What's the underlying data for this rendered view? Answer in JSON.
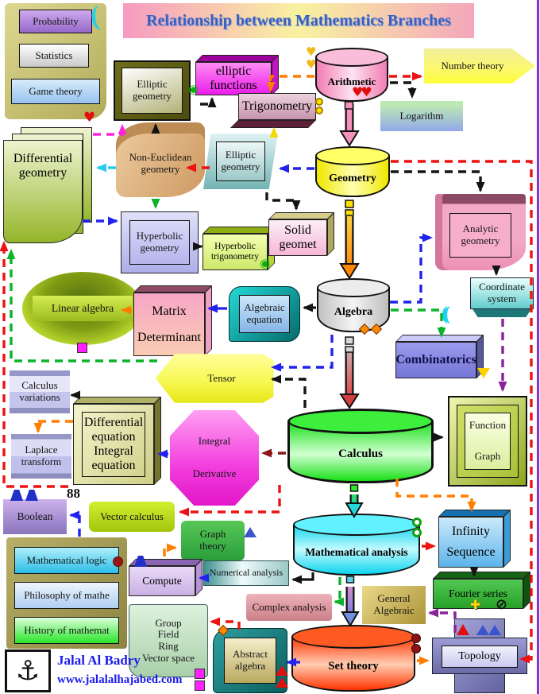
{
  "title": "Relationship between Mathematics Branches",
  "footer": {
    "author": "Jalal Al Badry",
    "website": "www.jalalalhajabed.com"
  },
  "colors": {
    "title_text": "#3a5fc0",
    "banner_pink": "#f79ac2",
    "banner_yellow": "#f8f2a0",
    "footer_text": "#1a1af0",
    "right_border": "#8833cc"
  },
  "nodes": {
    "probability": {
      "label": "Probability"
    },
    "statistics": {
      "label": "Statistics"
    },
    "game_theory": {
      "label": "Game theory"
    },
    "elliptic_geometry_1": {
      "label": "Elliptic geometry"
    },
    "elliptic_functions": {
      "label": "elliptic functions"
    },
    "trigonometry": {
      "label": "Trigonometry"
    },
    "arithmetic": {
      "label": "Arithmetic"
    },
    "number_theory": {
      "label": "Number theory"
    },
    "logarithm": {
      "label": "Logarithm"
    },
    "non_euclidean_geometry": {
      "label": "Non-Euclidean geometry"
    },
    "elliptic_geometry_2": {
      "label": "Elliptic geometry"
    },
    "differential_geometry": {
      "label": "Differential geometry"
    },
    "geometry": {
      "label": "Geometry"
    },
    "hyperbolic_geometry": {
      "label": "Hyperbolic geometry"
    },
    "hyperbolic_trigonometry": {
      "label": "Hyperbolic trigonometry"
    },
    "solid_geometry": {
      "label": "Solid geomet"
    },
    "analytic_geometry": {
      "label": "Analytic geometry"
    },
    "coordinate_system": {
      "label": "Coordinate system"
    },
    "linear_algebra": {
      "label": "Linear algebra"
    },
    "matrix_determinant": {
      "lines": [
        "Matrix",
        "Determinant"
      ]
    },
    "algebraic_equation": {
      "label": "Algebraic equation"
    },
    "algebra": {
      "label": "Algebra"
    },
    "combinatorics": {
      "label": "Combinatorics"
    },
    "tensor": {
      "label": "Tensor"
    },
    "calculus_variations": {
      "label": "Calculus variations"
    },
    "differential_integral_equation": {
      "lines": [
        "Differential",
        "equation",
        "Integral",
        "equation"
      ]
    },
    "laplace_transform": {
      "label": "Laplace transform"
    },
    "integral_derivative": {
      "lines": [
        "Integral",
        "Derivative"
      ]
    },
    "calculus": {
      "label": "Calculus"
    },
    "function_graph": {
      "lines": [
        "Function",
        "Graph"
      ]
    },
    "boolean": {
      "label": "Boolean"
    },
    "vector_calculus": {
      "label": "Vector calculus"
    },
    "mathematical_logic": {
      "label": "Mathematical logic"
    },
    "philosophy_of_math": {
      "label": "Philosophy of mathe"
    },
    "history_of_math": {
      "label": "History of mathemat"
    },
    "graph_theory": {
      "label": "Graph theory"
    },
    "compute": {
      "label": "Compute"
    },
    "numerical_analysis": {
      "label": "Numerical analysis"
    },
    "complex_analysis": {
      "label": "Complex analysis"
    },
    "general_algebraic": {
      "lines": [
        "General",
        "Algebraic"
      ]
    },
    "mathematical_analysis": {
      "label": "Mathematical analysis"
    },
    "infinity_sequence": {
      "lines": [
        "Infinity",
        "Sequence"
      ]
    },
    "fourier_series": {
      "label": "Fourier series"
    },
    "group_field_ring": {
      "lines": [
        "Group",
        "Field",
        "Ring",
        "Vector space"
      ]
    },
    "abstract_algebra": {
      "label": "Abstract algebra"
    },
    "set_theory": {
      "label": "Set theory"
    },
    "topology": {
      "label": "Topology"
    }
  },
  "icons": {
    "crescent": "(",
    "heart": "♥",
    "double_heart": "♥♥",
    "target": "◉",
    "parens": "((",
    "no_sign": "⊘",
    "plus": "✚",
    "anchor": "⚓",
    "links": "88"
  }
}
